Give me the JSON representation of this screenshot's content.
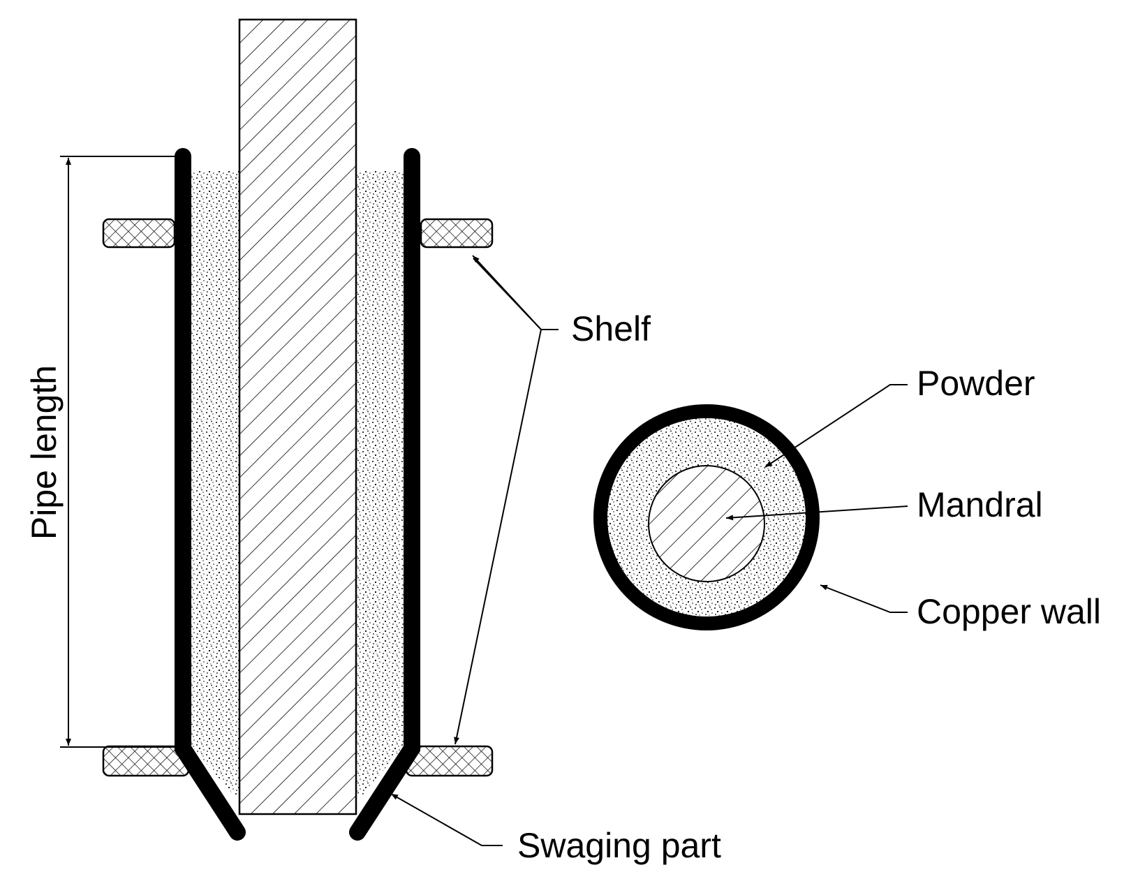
{
  "labels": {
    "pipe_length": "Pipe length",
    "shelf": "Shelf",
    "powder": "Powder",
    "mandral": "Mandral",
    "copper_wall": "Copper wall",
    "swaging_part": "Swaging part"
  },
  "colors": {
    "ink": "#000000",
    "background": "#ffffff"
  }
}
